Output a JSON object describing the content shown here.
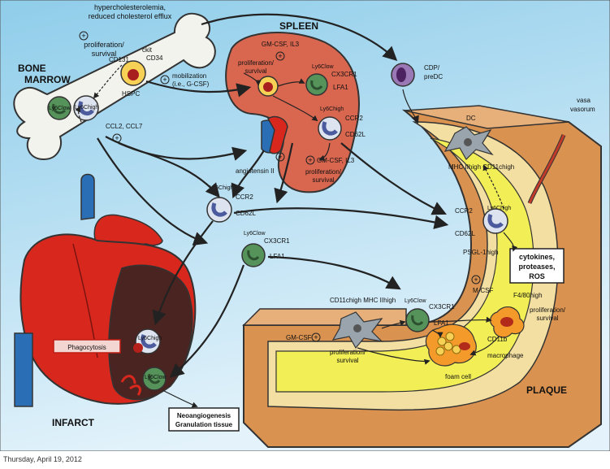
{
  "regions": {
    "bone_marrow": "BONE\nMARROW",
    "spleen": "SPLEEN",
    "infarct": "INFARCT",
    "plaque": "PLAQUE"
  },
  "bone": {
    "risk_factors": [
      "hypercholesterolemia,",
      "reduced cholesterol efflux"
    ],
    "proliferation": [
      "proliferation/",
      "survival"
    ],
    "ckit": "ckit",
    "cd131": "CD131",
    "cd34": "CD34",
    "hspc": "HSPC",
    "ly6c_low": "Ly6Clow",
    "ly6c_high": "Ly6Chigh",
    "ccl": "CCL2, CCL7",
    "mobilization": [
      "mobilization",
      "(i.e., G-CSF)"
    ]
  },
  "spleen": {
    "gmcsf_il3_top": "GM-CSF, IL3",
    "prolif": [
      "proliferation/",
      "survival"
    ],
    "ly6c_low": "Ly6Clow",
    "cx3cr1": "CX3CR1",
    "lfa1": "LFA1",
    "ly6c_high": "Ly6Chigh",
    "ccr2": "CCR2",
    "cd62l": "CD62L",
    "gmcsf_il3_bottom": "GM-CSF, IL3",
    "prolif_bottom": [
      "proliferation/",
      "survival"
    ],
    "angiotensin": "angiotensin II"
  },
  "blood": {
    "ly6c_high": "Ly6Chigh",
    "ccr2": "CCR2",
    "cd62l": "CD62L",
    "ly6c_low": "Ly6Clow",
    "cx3cr1": "CX3CR1",
    "lfa1": "LFA1"
  },
  "cdp": [
    "CDP/",
    "preDC"
  ],
  "infarct": {
    "phagocytosis": "Phagocytosis",
    "ly6c_high": "Ly6Chigh",
    "ly6c_low": "Ly6Clow",
    "outcome": [
      "Neoangiogenesis",
      "Granulation tissue"
    ]
  },
  "plaque": {
    "dc": "DC",
    "mhc_cd11c": "MHC IIhigh CD11chigh",
    "vasa": [
      "vasa",
      "vasorum"
    ],
    "ccr2": "CCR2",
    "ly6c_high": "Ly6Chigh",
    "cd62l": "CD62L",
    "psgl": "PSGL-1high",
    "cytokines": [
      "cytokines,",
      "proteases,",
      "ROS"
    ],
    "mcsf": "M-CSF",
    "f480": "F4/80high",
    "prolif": [
      "proliferation/",
      "survival"
    ],
    "cd11b": "CD11b",
    "macrophage": "macrophage",
    "foam": "foam cell",
    "ly6c_low": "Ly6Clow",
    "cx3cr1": "CX3CR1",
    "lfa1": "LFA1",
    "cd11c_mhc": "CD11chigh MHC IIhigh",
    "gmcsf": "GM-CSF",
    "prolif2": [
      "proliferation/",
      "survival"
    ]
  },
  "footer": "Thursday, April 19, 2012",
  "colors": {
    "background_top": "#8fcdea",
    "background_bottom": "#dff1fa",
    "spleen": "#d9664f",
    "heart": "#d8281e",
    "infarct": "#4a2420",
    "plaque_wall": "#d9924f",
    "plaque_lumen": "#f2ee55",
    "ly6c_low": "#55935a",
    "ly6c_high": "#4c5a9e",
    "cdp": "#6a3b80",
    "hspc": "#f7d155"
  }
}
